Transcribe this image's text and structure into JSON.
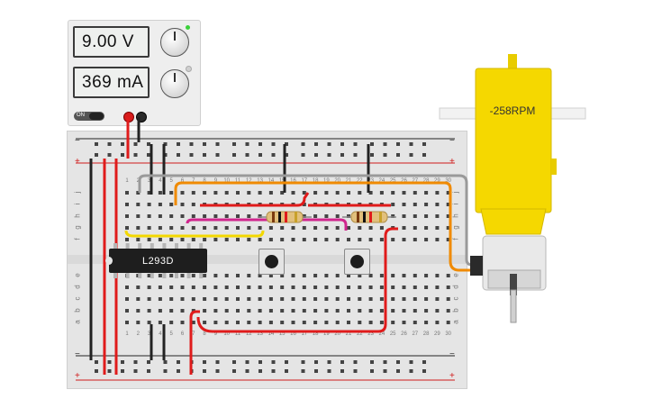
{
  "power_supply": {
    "voltage_display": "9.00 V",
    "current_display": "369 mA",
    "switch_label": "ON"
  },
  "breadboard": {
    "rail_plus": "+",
    "rail_minus": "−",
    "row_letters_top": [
      "j",
      "i",
      "h",
      "g",
      "f"
    ],
    "row_letters_bottom": [
      "e",
      "d",
      "c",
      "b",
      "a"
    ],
    "column_numbers": [
      "1",
      "2",
      "3",
      "4",
      "5",
      "6",
      "7",
      "8",
      "9",
      "10",
      "11",
      "12",
      "13",
      "14",
      "15",
      "16",
      "17",
      "18",
      "19",
      "20",
      "21",
      "22",
      "23",
      "24",
      "25",
      "26",
      "27",
      "28",
      "29",
      "30"
    ]
  },
  "chip": {
    "label": "L293D"
  },
  "motor": {
    "rpm_label": "-258RPM"
  },
  "colors": {
    "wire_red": "#e01b1b",
    "wire_black": "#222222",
    "wire_orange": "#f08a00",
    "wire_yellow": "#f3d800",
    "wire_magenta": "#d0268e",
    "wire_gray": "#9a9a9a",
    "motor_yellow": "#f5d800"
  }
}
